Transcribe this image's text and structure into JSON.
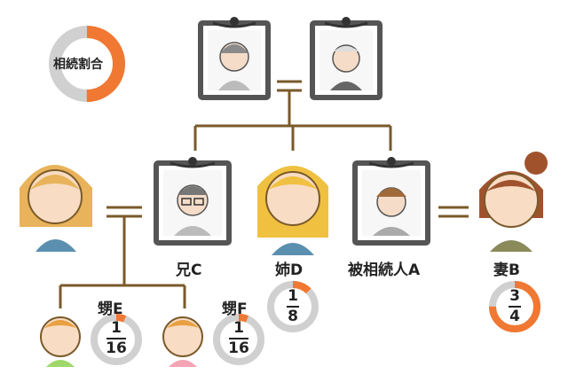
{
  "legend": {
    "label": "相続割合"
  },
  "colors": {
    "share": "#f07832",
    "remainder": "#d0d0d0",
    "line": "#7a5a2a",
    "frame": "#555555"
  },
  "people": {
    "brother_c": {
      "label": "兄C"
    },
    "sister_d": {
      "label": "姉D",
      "share_num": "1",
      "share_den": "8",
      "share_value": 0.125
    },
    "deceased_a": {
      "label": "被相続人A"
    },
    "wife_b": {
      "label": "妻B",
      "share_num": "3",
      "share_den": "4",
      "share_value": 0.75
    },
    "nephew_e": {
      "label": "甥E",
      "share_num": "1",
      "share_den": "16",
      "share_value": 0.0625
    },
    "nephew_f": {
      "label": "甥F",
      "share_num": "1",
      "share_den": "16",
      "share_value": 0.0625
    }
  }
}
